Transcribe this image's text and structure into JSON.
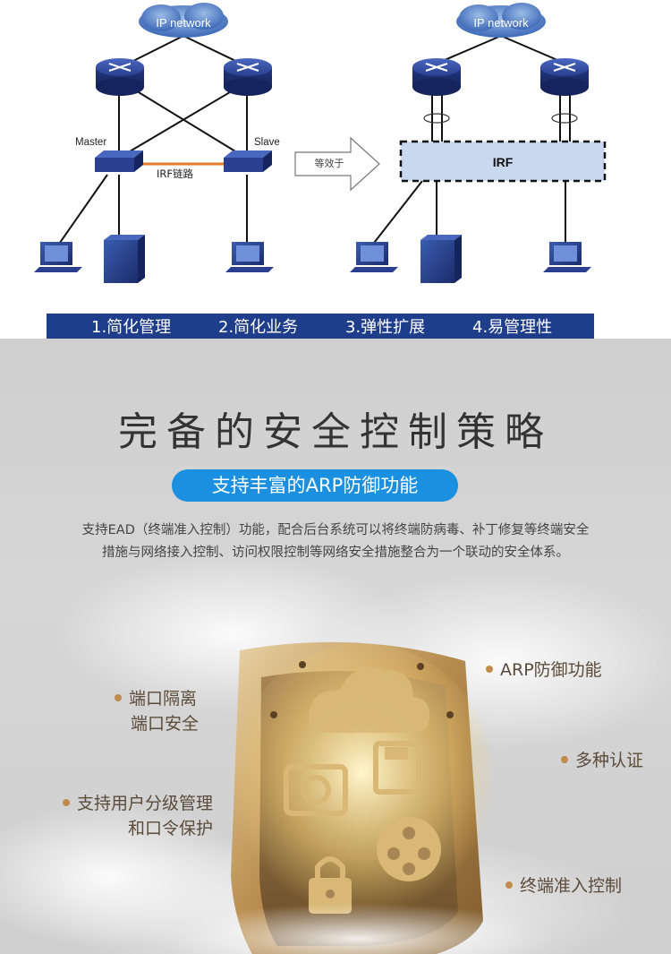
{
  "diagram": {
    "left": {
      "cloud_label": "IP network",
      "master_label": "Master",
      "slave_label": "Slave",
      "irf_link_label": "IRF链路"
    },
    "arrow_label": "等效于",
    "right": {
      "cloud_label": "IP network",
      "irf_label": "IRF"
    }
  },
  "benefits_bar": [
    "1.简化管理",
    "2.简化业务",
    "3.弹性扩展",
    "4.易管理性"
  ],
  "security": {
    "title": "完备的安全控制策略",
    "pill": "支持丰富的ARP防御功能",
    "desc_line1": "支持EAD（终端准入控制）功能，配合后台系统可以将终端防病毒、补丁修复等终端安全",
    "desc_line2": "措施与网络接入控制、访问权限控制等网络安全措施整合为一个联动的安全体系。",
    "features_left": [
      {
        "line1": "端口隔离",
        "line2": "端口安全"
      },
      {
        "line1": "支持用户分级管理",
        "line2": "和口令保护"
      }
    ],
    "features_right": [
      "ARP防御功能",
      "多种认证",
      "终端准入控制"
    ]
  },
  "colors": {
    "bar_bg": "#1e3d8a",
    "pill_bg": "#1b8fe0",
    "router_blue": "#2a3f8f",
    "irf_box": "#c9d8ef",
    "irf_link": "#e27a2a",
    "shield_gold": "#c9a46a",
    "dot": "#c28b4e"
  }
}
